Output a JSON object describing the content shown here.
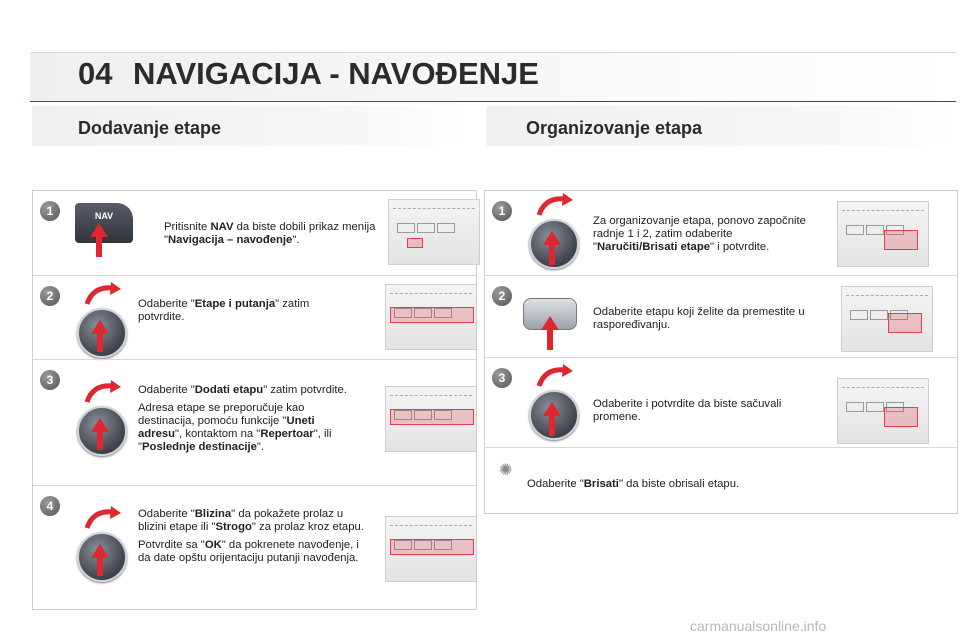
{
  "header": {
    "number": "04",
    "title": "NAVIGACIJA - NAVOĐENJE"
  },
  "left": {
    "title": "Dodavanje etape",
    "steps": [
      {
        "num": "1",
        "button_label": "NAV"
      },
      {
        "num": "2"
      },
      {
        "num": "3"
      },
      {
        "num": "4"
      }
    ]
  },
  "right": {
    "title": "Organizovanje etapa",
    "steps": [
      {
        "num": "1"
      },
      {
        "num": "2"
      },
      {
        "num": "3"
      }
    ]
  },
  "footer": {
    "watermark": "carmanualsonline.info"
  }
}
